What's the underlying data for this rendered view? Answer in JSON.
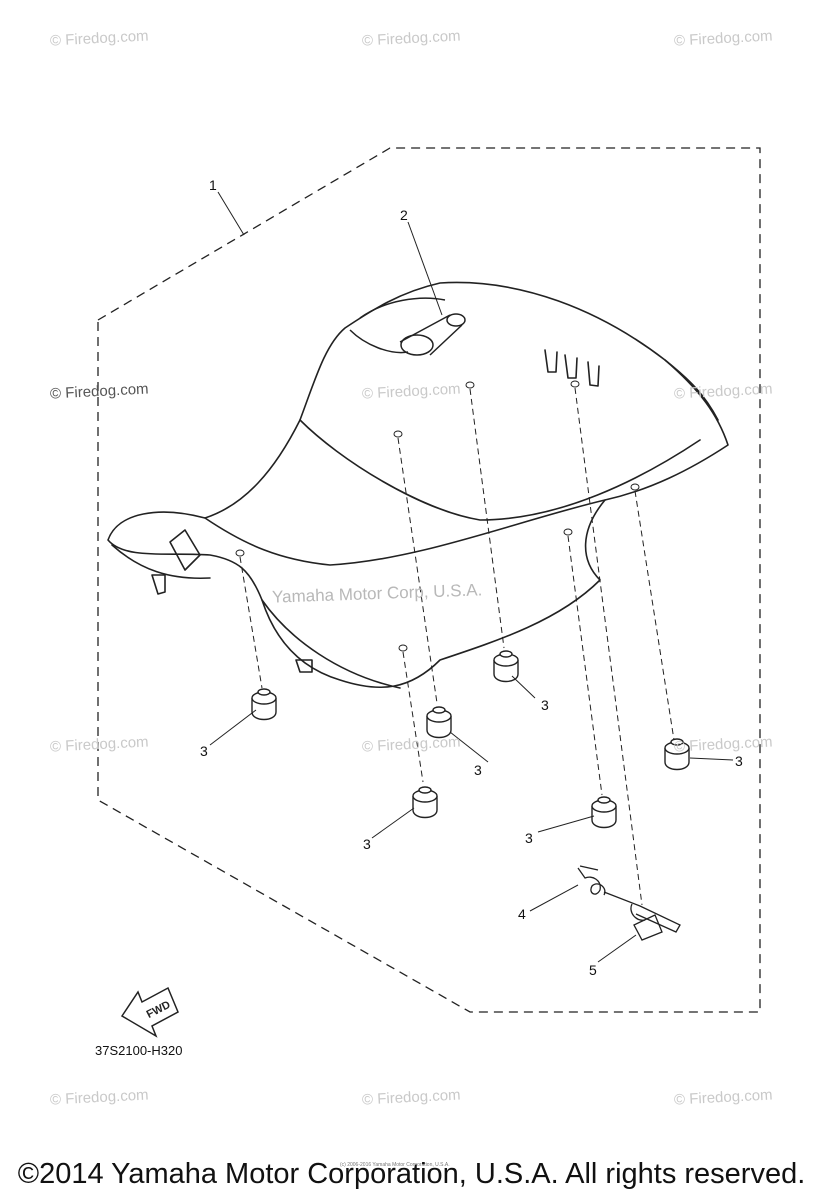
{
  "watermark": {
    "text": "© Firedog.com"
  },
  "center_watermark": "Yamaha Motor Corp, U.S.A.",
  "callouts": [
    "1",
    "2",
    "3",
    "4",
    "5"
  ],
  "fwd_label": "FWD",
  "part_number": "37S2100-H320",
  "fine_print": "(c) 2006-2016 Yamaha Motor Corporation, U.S.A.",
  "footer": "©2014 Yamaha Motor Corporation, U.S.A. All rights reserved."
}
